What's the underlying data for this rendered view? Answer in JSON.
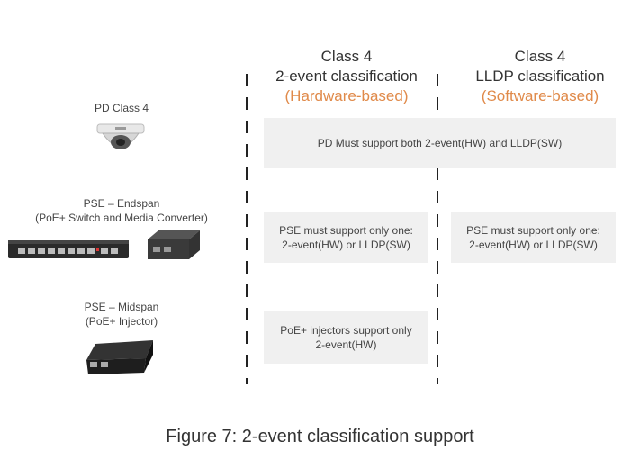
{
  "columns": [
    {
      "line1": "Class 4",
      "line2": "2-event classification",
      "line3": "(Hardware-based)"
    },
    {
      "line1": "Class 4",
      "line2": "LLDP classification",
      "line3": "(Software-based)"
    }
  ],
  "rows": [
    {
      "label": [
        "PD Class 4"
      ],
      "icon": "dome-camera-icon",
      "span_box": "PD Must support both 2-event(HW) and LLDP(SW)"
    },
    {
      "label": [
        "PSE – Endspan",
        "(PoE+ Switch and Media Converter)"
      ],
      "icons": [
        "network-switch-icon",
        "media-converter-icon"
      ],
      "box_hw": [
        "PSE must support only one:",
        "2-event(HW) or LLDP(SW)"
      ],
      "box_sw": [
        "PSE must support only one:",
        "2-event(HW) or LLDP(SW)"
      ]
    },
    {
      "label": [
        "PSE – Midspan",
        "(PoE+ Injector)"
      ],
      "icon": "poe-injector-icon",
      "box_hw": [
        "PoE+ injectors  support only",
        "2-event(HW)"
      ]
    }
  ],
  "caption": "Figure 7: 2-event classification support",
  "colors": {
    "accent": "#e08a4a",
    "box_bg": "#f0f0f0",
    "divider": "#222222"
  }
}
